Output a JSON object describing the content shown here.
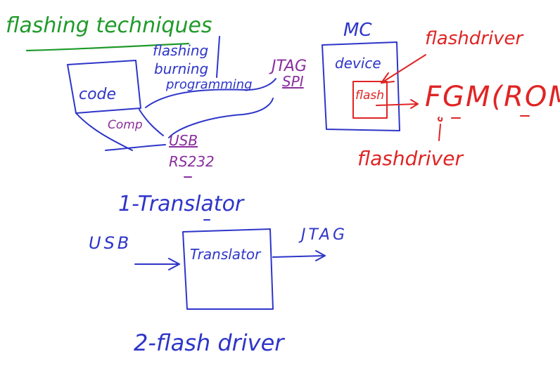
{
  "title": "flashing techniques",
  "labels": {
    "code": "code",
    "comp": "Comp",
    "flashing": "flashing",
    "burning": "burning",
    "programming": "programming",
    "jtag_top": "JTAG",
    "spi": "SPI",
    "usb_top": "USB",
    "rs232": "RS232",
    "mc": "MC",
    "device": "device",
    "flash": "flash",
    "flashdriver_top": "flashdriver",
    "fgm_rom": "FGM(ROM)",
    "flashdriver_bottom": "flashdriver",
    "translator_heading": "1-Translator",
    "usb_left": "USB",
    "translator_box": "Translator",
    "jtag_right": "JTAG",
    "flash_driver_heading": "2-flash driver"
  },
  "colors": {
    "blue_ink": "#2e35c9",
    "purple_ink": "#8a2e9e",
    "red_ink": "#e02424",
    "green_ink": "#1f9a2a"
  }
}
